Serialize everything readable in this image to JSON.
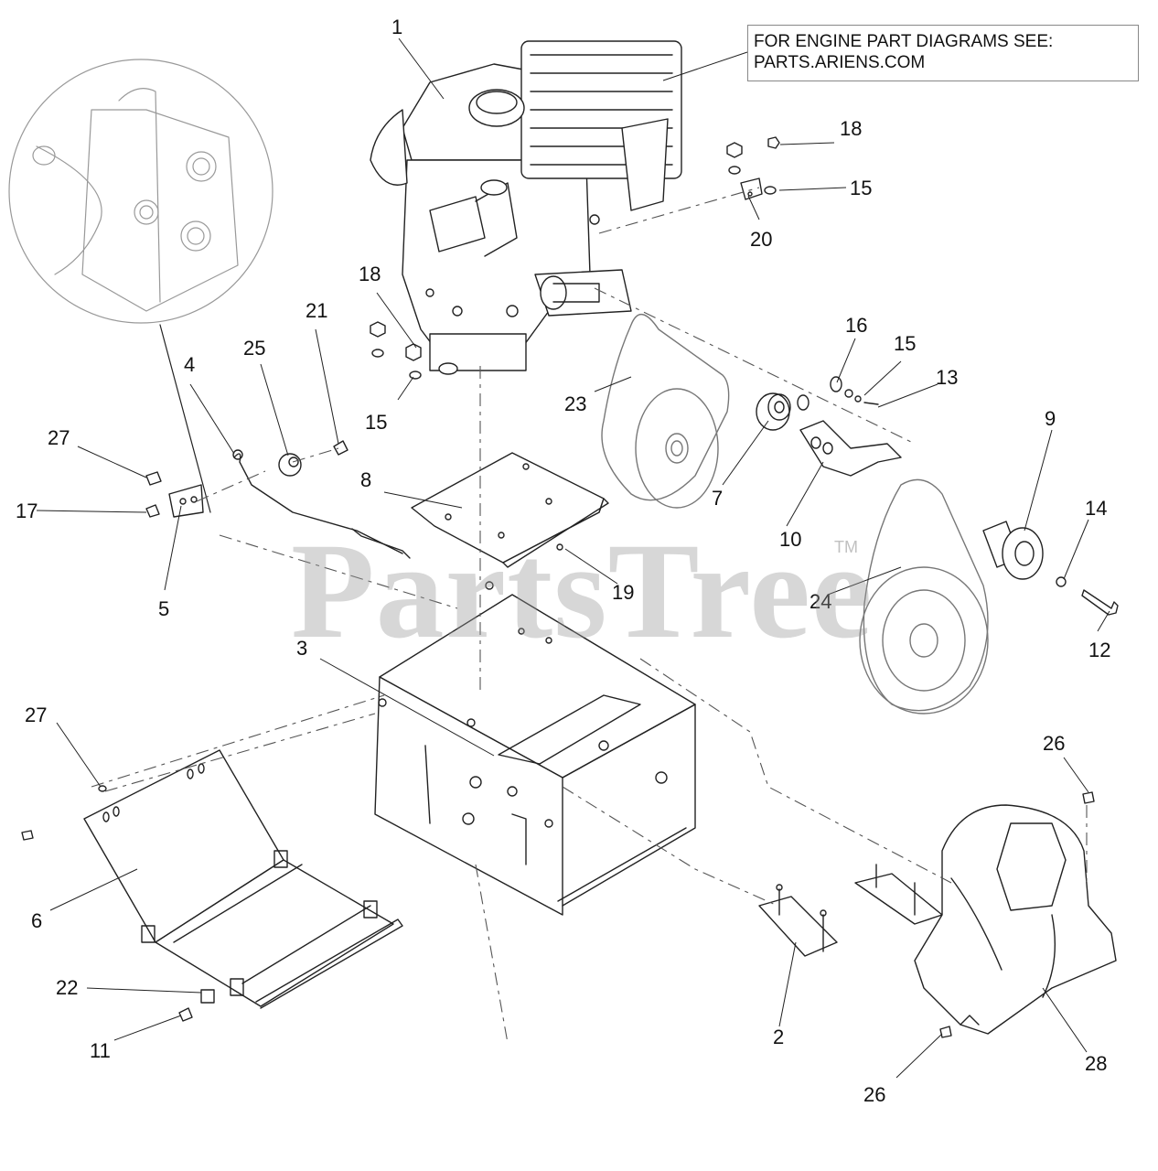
{
  "note": {
    "line1": "FOR ENGINE PART DIAGRAMS SEE:",
    "line2": "PARTS.ARIENS.COM"
  },
  "watermark": "PartsTree",
  "watermark_mark": "TM",
  "callouts": {
    "c1": "1",
    "c2": "2",
    "c3": "3",
    "c4": "4",
    "c5": "5",
    "c6": "6",
    "c7": "7",
    "c8": "8",
    "c9": "9",
    "c10": "10",
    "c11": "11",
    "c12": "12",
    "c13": "13",
    "c14": "14",
    "c15a": "15",
    "c15b": "15",
    "c15c": "15",
    "c16": "16",
    "c17": "17",
    "c18a": "18",
    "c18b": "18",
    "c19": "19",
    "c20": "20",
    "c21": "21",
    "c22": "22",
    "c23": "23",
    "c24": "24",
    "c25": "25",
    "c26a": "26",
    "c26b": "26",
    "c27a": "27",
    "c27b": "27",
    "c28": "28"
  }
}
